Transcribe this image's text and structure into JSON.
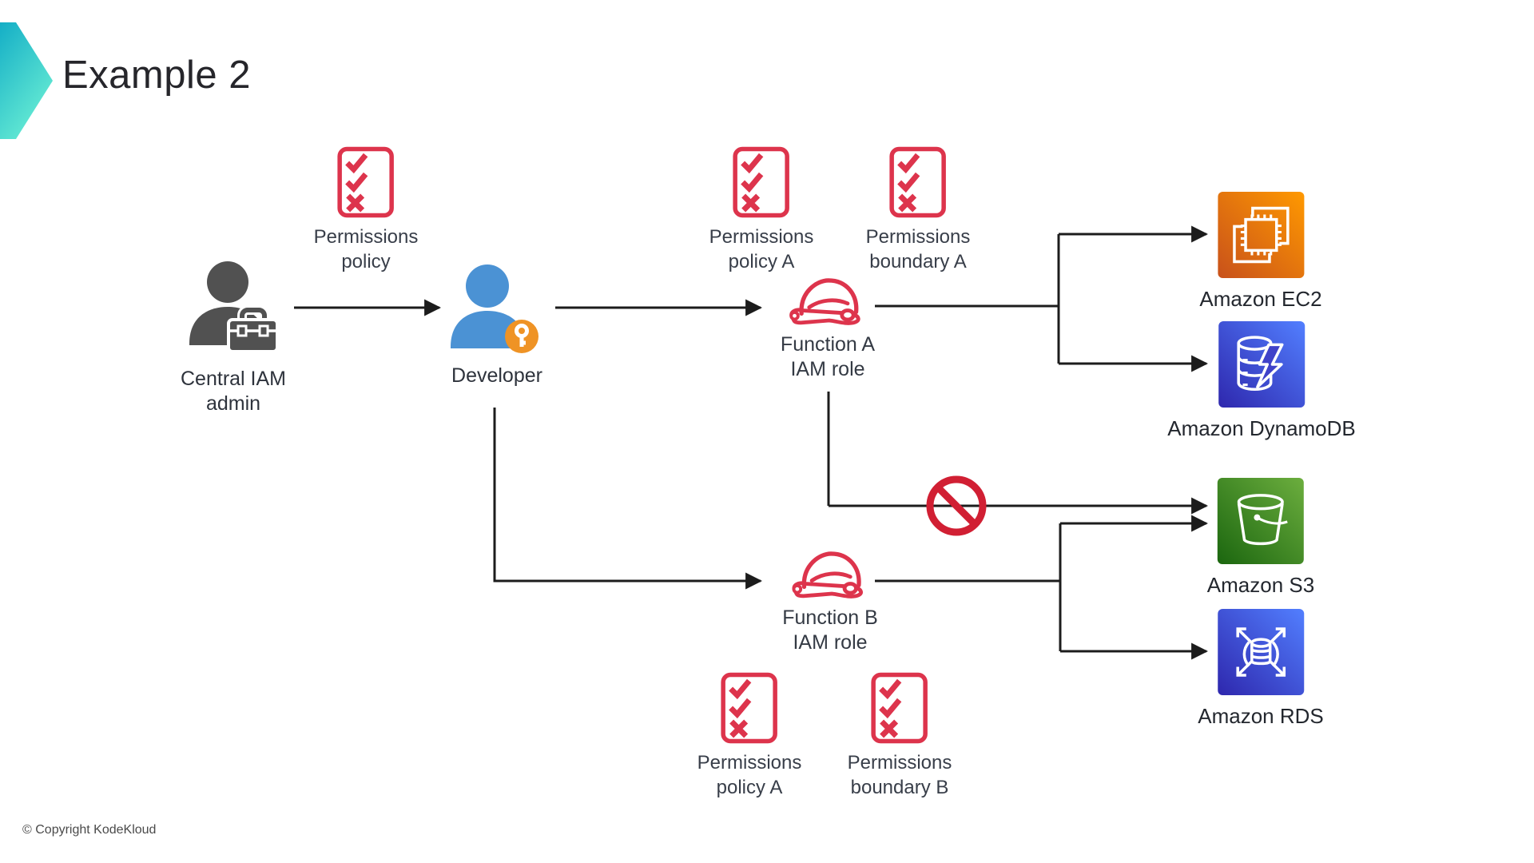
{
  "slide": {
    "title": "Example 2",
    "copyright": "© Copyright KodeKloud"
  },
  "colors": {
    "accent_teal_start": "#14aec6",
    "accent_teal_end": "#68edd4",
    "policy_red": "#dd344c",
    "deny_red": "#d11f33",
    "admin_gray": "#515151",
    "developer_blue": "#4b92d4",
    "key_badge_orange": "#ef9325",
    "connector_black": "#1c1c1c",
    "ec2_gradient": [
      "#c8511b",
      "#ff9900"
    ],
    "database_gradient": [
      "#2e27ad",
      "#527fff"
    ],
    "storage_gradient": [
      "#1b660f",
      "#6cae3e"
    ]
  },
  "nodes": {
    "central_admin": {
      "label": "Central IAM\nadmin",
      "icon": "admin-user-icon"
    },
    "permissions_policy": {
      "label": "Permissions\npolicy",
      "icon": "policy-checklist-icon"
    },
    "developer": {
      "label": "Developer",
      "icon": "developer-user-icon"
    },
    "permissions_policy_a_top": {
      "label": "Permissions\npolicy A",
      "icon": "policy-checklist-icon"
    },
    "permissions_boundary_a": {
      "label": "Permissions\nboundary A",
      "icon": "policy-checklist-icon"
    },
    "function_a_role": {
      "label": "Function A\nIAM role",
      "icon": "iam-role-hardhat-icon"
    },
    "amazon_ec2": {
      "label": "Amazon EC2",
      "icon": "ec2-service-icon"
    },
    "amazon_dynamodb": {
      "label": "Amazon DynamoDB",
      "icon": "dynamodb-service-icon"
    },
    "deny": {
      "icon": "no-entry-icon"
    },
    "function_b_role": {
      "label": "Function B\nIAM role",
      "icon": "iam-role-hardhat-icon"
    },
    "amazon_s3": {
      "label": "Amazon S3",
      "icon": "s3-service-icon"
    },
    "amazon_rds": {
      "label": "Amazon RDS",
      "icon": "rds-service-icon"
    },
    "permissions_policy_a_bottom": {
      "label": "Permissions\npolicy A",
      "icon": "policy-checklist-icon"
    },
    "permissions_boundary_b": {
      "label": "Permissions\nboundary B",
      "icon": "policy-checklist-icon"
    }
  }
}
